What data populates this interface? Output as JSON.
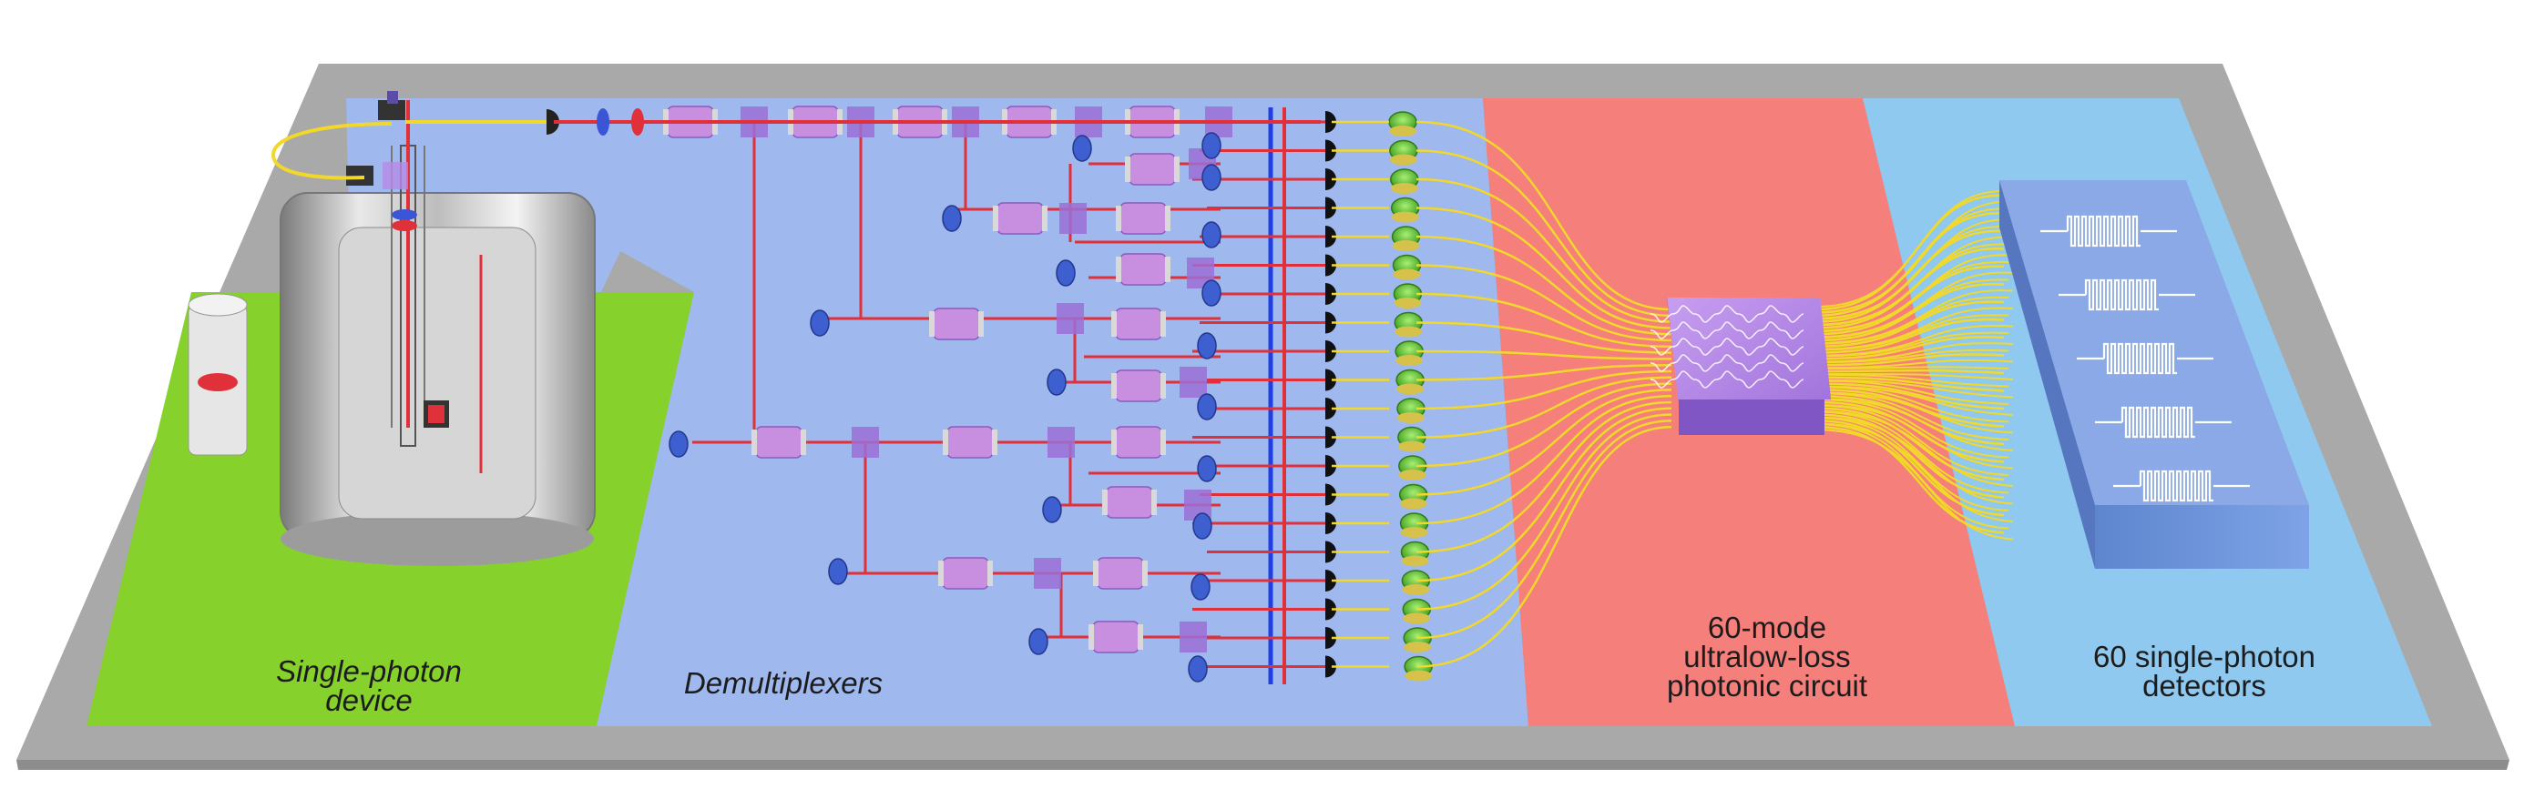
{
  "sections": [
    {
      "id": "source",
      "lines": [
        "Single-photon",
        "device"
      ],
      "italic": true
    },
    {
      "id": "demux",
      "lines": [
        "Demultiplexers"
      ],
      "italic": true
    },
    {
      "id": "circuit",
      "lines": [
        "60-mode",
        "ultralow-loss",
        "photonic circuit"
      ],
      "italic": false
    },
    {
      "id": "detectors",
      "lines": [
        "60 single-photon",
        "detectors"
      ],
      "italic": false
    }
  ],
  "colors": {
    "border": "#a9a9a9",
    "source_zone": "#86d12b",
    "demux_zone": "#9fb8ee",
    "circuit_zone": "#f57f7b",
    "detector_zone": "#8fc9ef",
    "laser": "#e0303a",
    "fiber": "#f2d82a",
    "crystal": "#c88fe0",
    "beamsplitter": "#9b6fd6",
    "coupler_green": "#5dbb2d",
    "chip": "#b58be6",
    "detector_block": "#6f96dc"
  },
  "icons": {
    "cryostat": "cryostat-icon",
    "coil": "pulse-stack-icon",
    "chip": "photonic-chip-icon",
    "detector": "detector-array-icon"
  }
}
